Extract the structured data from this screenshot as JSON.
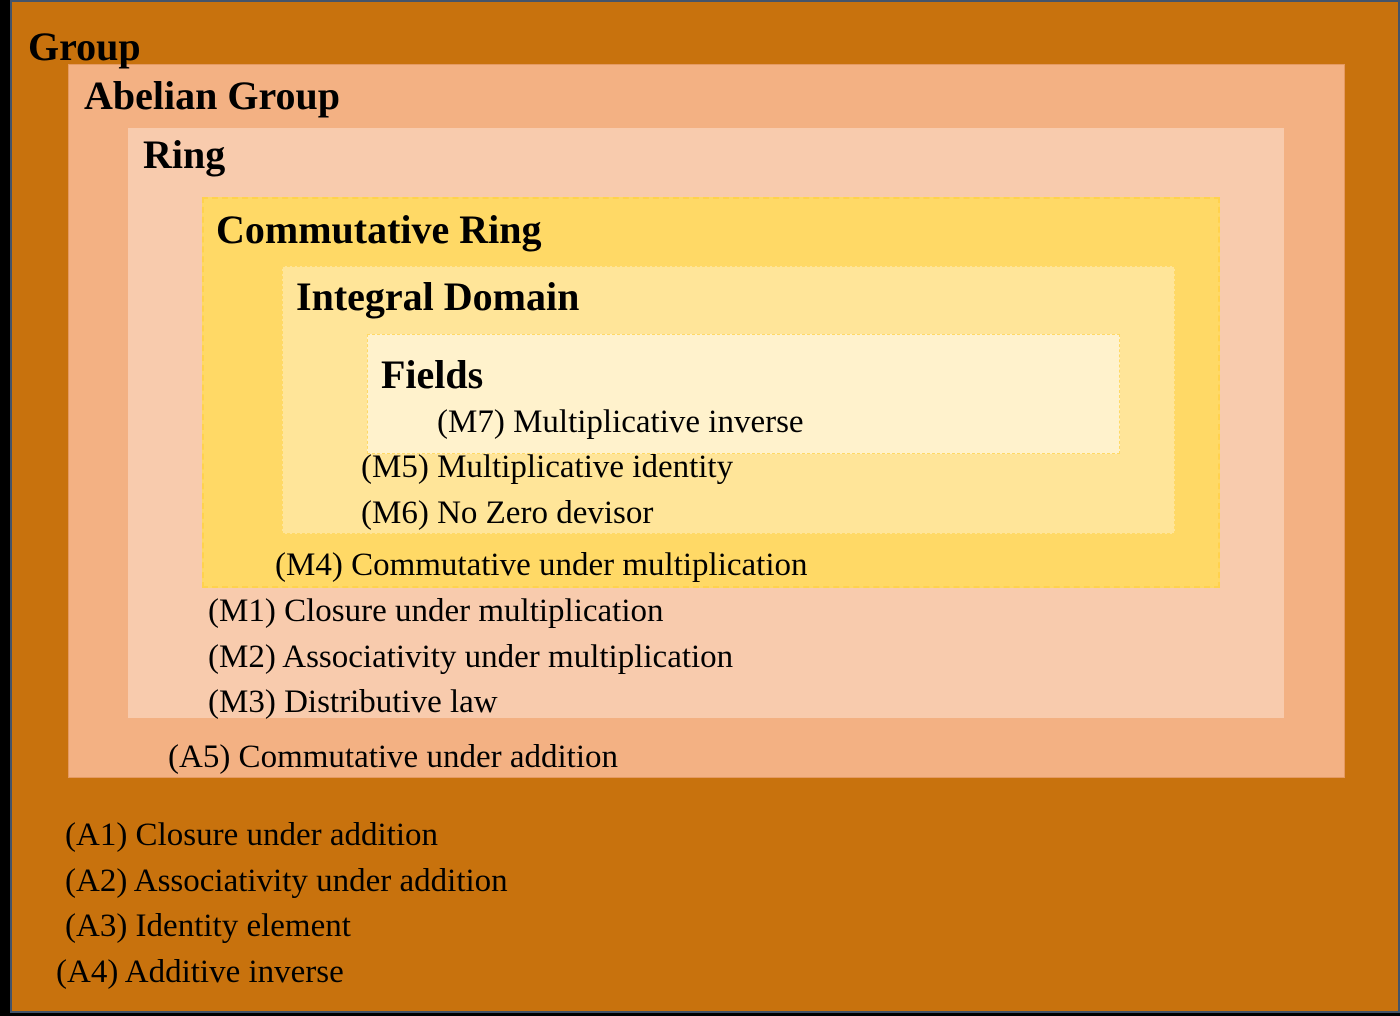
{
  "diagram": {
    "group": {
      "title": "Group",
      "properties": [
        "(A1) Closure under addition",
        "(A2) Associativity under addition",
        "(A3) Identity element",
        "(A4) Additive inverse"
      ],
      "color": "#C8720D"
    },
    "abelian_group": {
      "title": "Abelian Group",
      "properties": [
        "(A5) Commutative under addition"
      ],
      "color": "#F3B183"
    },
    "ring": {
      "title": "Ring",
      "properties": [
        "(M1) Closure under multiplication",
        "(M2) Associativity under multiplication",
        "(M3) Distributive law"
      ],
      "color": "#F8CBAD"
    },
    "commutative_ring": {
      "title": "Commutative Ring",
      "properties": [
        "(M4) Commutative under multiplication"
      ],
      "color": "#FFD966"
    },
    "integral_domain": {
      "title": "Integral Domain",
      "properties": [
        "(M5) Multiplicative identity",
        "(M6) No Zero devisor"
      ],
      "color": "#FFE599"
    },
    "fields": {
      "title": "Fields",
      "properties": [
        "(M7) Multiplicative inverse"
      ],
      "color": "#FFF2CC"
    }
  }
}
